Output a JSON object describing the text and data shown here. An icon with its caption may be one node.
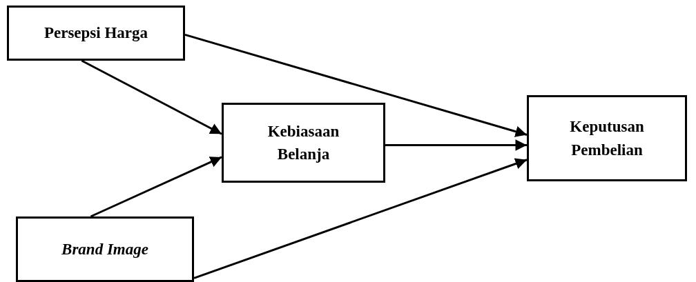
{
  "diagram": {
    "nodes": [
      {
        "text": [
          "Persepsi Harga"
        ]
      },
      {
        "text": [
          "Kebiasaan Belanja"
        ]
      },
      {
        "text": [
          "Keputusan Pembelian"
        ]
      },
      {
        "text": [
          "Brand Image"
        ]
      }
    ],
    "edges": [
      {
        "from": 0,
        "to": 1,
        "arrow": "to"
      },
      {
        "from": 0,
        "to": 2,
        "arrow": "to"
      },
      {
        "from": 3,
        "to": 1,
        "arrow": "to"
      },
      {
        "from": 1,
        "to": 2,
        "arrow": "to"
      },
      {
        "from": 3,
        "to": 2,
        "arrow": "to"
      }
    ]
  }
}
